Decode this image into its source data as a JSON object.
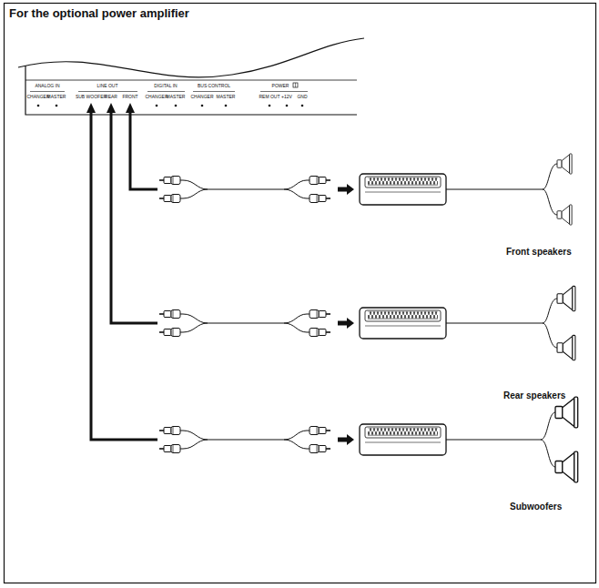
{
  "diagram": {
    "title": "For the optional power amplifier",
    "nodes": [
      {
        "text": [
          "ANALOG IN",
          "CHANGER",
          "MASTER",
          "LINE OUT",
          "SUB WOOFER",
          "REAR",
          "FRONT",
          "DIGITAL IN",
          "CHANGER",
          "MASTER",
          "BUS CONTROL",
          "CHANGER",
          "MASTER",
          "POWER",
          "REM OUT",
          "+12V",
          "GND"
        ]
      }
    ],
    "labels": [
      "Front speakers",
      "Rear speakers",
      "Subwoofers"
    ]
  }
}
